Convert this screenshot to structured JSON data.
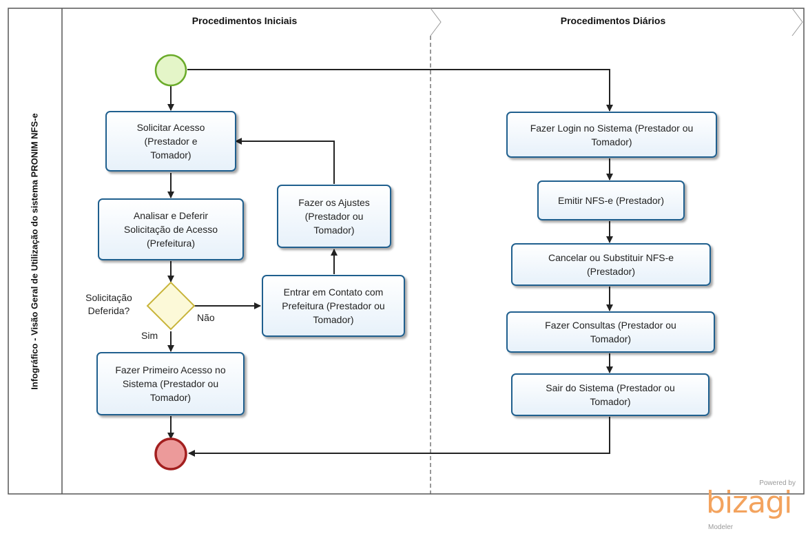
{
  "pool": {
    "title": "Infográfico - Visão Geral de Utilização do sistema PRONIM NFS-e"
  },
  "lanes": [
    {
      "title": "Procedimentos Iniciais"
    },
    {
      "title": "Procedimentos Diários"
    }
  ],
  "tasks": {
    "solicitar": "Solicitar Acesso\n(Prestador e\nTomador)",
    "analisar": "Analisar e Deferir\nSolicitação de Acesso\n(Prefeitura)",
    "primeiro": "Fazer Primeiro Acesso no\nSistema (Prestador ou\nTomador)",
    "ajustes": "Fazer os Ajustes\n(Prestador ou\nTomador)",
    "contato": "Entrar em Contato com\nPrefeitura (Prestador ou\nTomador)",
    "login": "Fazer Login no Sistema (Prestador ou\nTomador)",
    "emitir": "Emitir NFS-e (Prestador)",
    "cancelar": "Cancelar ou  Substituir NFS-e\n(Prestador)",
    "consultas": "Fazer Consultas (Prestador ou\nTomador)",
    "sair": "Sair do Sistema (Prestador ou\nTomador)"
  },
  "gateway": {
    "question": "Solicitação\nDeferida?",
    "yes": "Sim",
    "no": "Não"
  },
  "branding": {
    "powered": "Powered by",
    "name": "bizagi",
    "product": "Modeler"
  },
  "colors": {
    "start": "#6aab2a",
    "start_fill": "#e4f5c8",
    "end": "#a31f1f",
    "end_fill": "#ec9a9a",
    "gateway": "#c8b43a",
    "gateway_fill": "#fcf9d8",
    "task_border": "#1f5f8e",
    "flow": "#222222"
  }
}
